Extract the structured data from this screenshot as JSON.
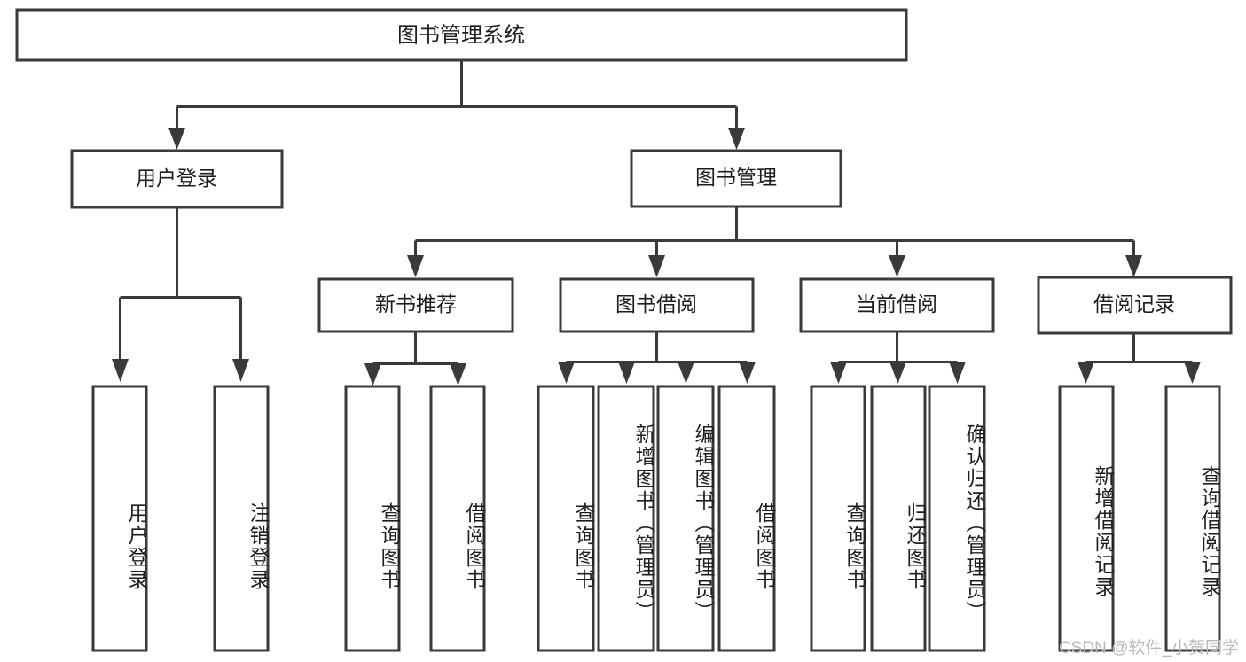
{
  "diagram": {
    "type": "tree",
    "title": "图书管理系统",
    "watermark": "CSDN @软件_小贺同学",
    "colors": {
      "stroke": "#3a3a3a",
      "box_fill": "#ffffff",
      "text": "#1d1d1d",
      "watermark": "#b9b9b9",
      "background": "#ffffff"
    },
    "root": {
      "label": "图书管理系统"
    },
    "level2": [
      {
        "label": "用户登录"
      },
      {
        "label": "图书管理"
      }
    ],
    "level3": [
      {
        "label": "新书推荐"
      },
      {
        "label": "图书借阅"
      },
      {
        "label": "当前借阅"
      },
      {
        "label": "借阅记录"
      }
    ],
    "leaves": {
      "user_login": [
        {
          "label": "用户登录"
        },
        {
          "label": "注销登录"
        }
      ],
      "new_book": [
        {
          "label": "查询图书"
        },
        {
          "label": "借阅图书"
        }
      ],
      "book_borrow": [
        {
          "label": "查询图书"
        },
        {
          "label": "新增图书（管理员）"
        },
        {
          "label": "编辑图书（管理员）"
        },
        {
          "label": "借阅图书"
        }
      ],
      "current_borrow": [
        {
          "label": "查询图书"
        },
        {
          "label": "归还图书"
        },
        {
          "label": "确认归还（管理员）"
        }
      ],
      "borrow_record": [
        {
          "label": "新增借阅记录"
        },
        {
          "label": "查询借阅记录"
        }
      ]
    }
  }
}
